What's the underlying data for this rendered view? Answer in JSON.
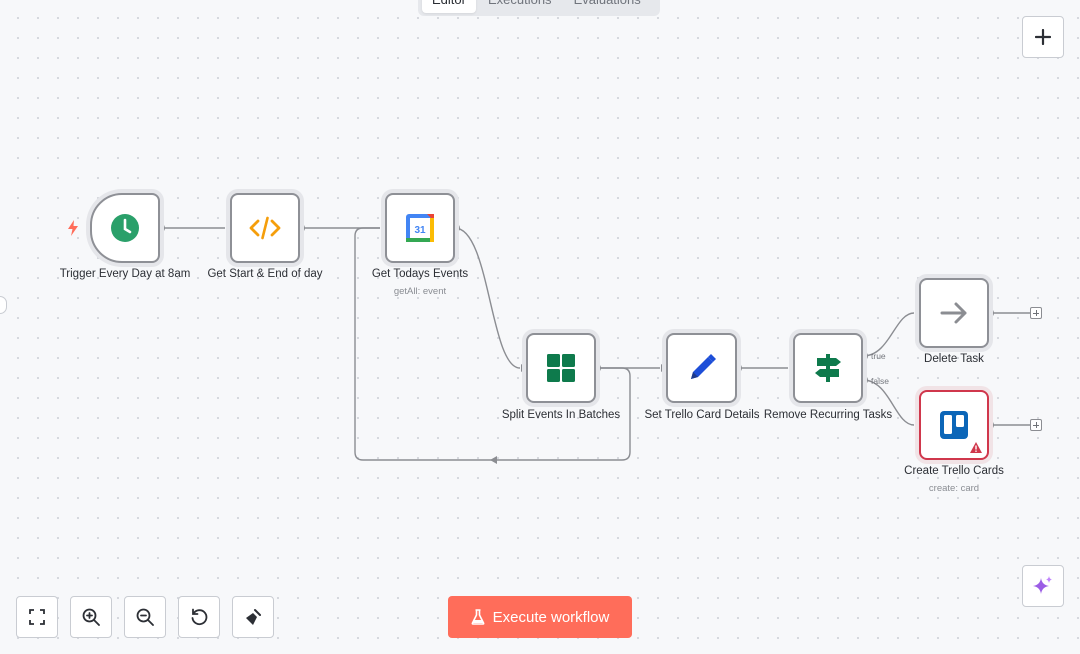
{
  "tabs": {
    "editor": "Editor",
    "executions": "Executions",
    "evaluations": "Evaluations",
    "active": "Editor"
  },
  "nodes": {
    "trigger": {
      "label": "Trigger Every Day at 8am",
      "icon": "clock-icon"
    },
    "code": {
      "label": "Get Start & End of day",
      "icon": "code-icon"
    },
    "calendar": {
      "label": "Get Todays Events",
      "sub": "getAll: event",
      "icon": "google-calendar-icon",
      "day": "31"
    },
    "split": {
      "label": "Split Events In Batches",
      "icon": "grid-icon"
    },
    "set": {
      "label": "Set Trello Card Details",
      "icon": "pencil-icon"
    },
    "filter": {
      "label": "Remove Recurring Tasks",
      "icon": "signpost-icon",
      "true_label": "true",
      "false_label": "false"
    },
    "delete": {
      "label": "Delete Task",
      "icon": "arrow-right-icon"
    },
    "trello": {
      "label": "Create Trello Cards",
      "sub": "create: card",
      "icon": "trello-icon"
    }
  },
  "controls": {
    "execute_label": "Execute workflow",
    "icons": [
      "fit-view-icon",
      "zoom-in-icon",
      "zoom-out-icon",
      "reset-zoom-icon",
      "tidy-up-icon",
      "plus-icon",
      "sparkle-icon",
      "lightning-icon",
      "flask-icon",
      "warning-icon"
    ]
  },
  "colors": {
    "accent": "#ff6d5a",
    "error": "#d0374c",
    "edge": "#8b8d92",
    "ai": "#9b5de5"
  }
}
